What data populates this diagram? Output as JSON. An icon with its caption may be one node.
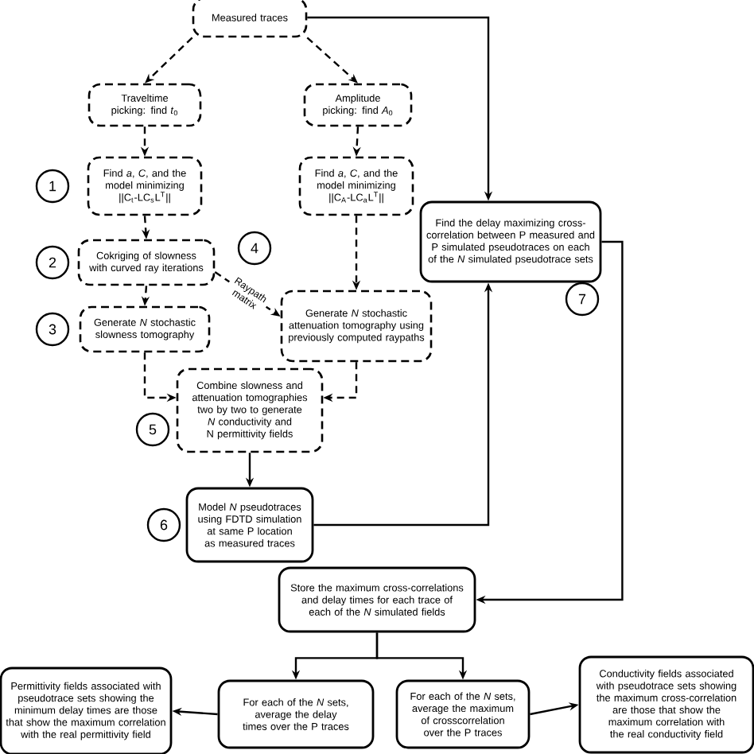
{
  "diagram": {
    "nodes": [
      {
        "text": [
          "Measured traces"
        ]
      },
      {
        "text": [
          "Traveltime picking: find *t*$_{0}$"
        ]
      },
      {
        "text": [
          "Amplitude picking: find *A*$_{0}$"
        ]
      },
      {
        "text": [
          "Find *a*, *C*, and the model minimizing ||C$_{t}$-LC$_{s}$L$^{T}$||"
        ]
      },
      {
        "text": [
          "Find *a*, *C*, and the model minimizing ||C$_{A}$-LC$_{a}$L$^{T}$||"
        ]
      },
      {
        "text": [
          "Cokriging of slowness with curved ray iterations"
        ]
      },
      {
        "text": [
          "Generate *N* stochastic slowness tomography"
        ]
      },
      {
        "text": [
          "Generate *N* stochastic attenuation tomography using previously computed raypaths"
        ]
      },
      {
        "text": [
          "Combine slowness and attenuation tomographies two by two to generate *N* conductivity and N permittivity fields"
        ]
      },
      {
        "text": [
          "Model *N* pseudotraces using FDTD simulation at same P location as measured traces"
        ]
      },
      {
        "text": [
          "Find the delay maximizing cross-correlation between P measured and P simulated pseudotraces on each of the *N* simulated pseudotrace sets"
        ]
      },
      {
        "text": [
          "Store the maximum cross-correlations and delay times for each trace of each of the *N* simulated fields"
        ]
      },
      {
        "text": [
          "For each of the *N* sets, average the delay times over the P traces"
        ]
      },
      {
        "text": [
          "For each of the *N* sets, average the maximum of crosscorrelation over the P traces"
        ]
      },
      {
        "text": [
          "Permittivity fields associated with pseudotrace sets showing the minimum delay times are those that show the maximum correlation with the real permittivity field"
        ]
      },
      {
        "text": [
          "Conductivity fields associated with pseudotrace sets showing the maximum cross-correlation are those that show the maximum correlation with the real conductivity field"
        ]
      }
    ],
    "edges": [
      {
        "from": 0,
        "to": 1,
        "arrow": "to",
        "style": "dashed"
      },
      {
        "from": 0,
        "to": 2,
        "arrow": "to",
        "style": "dashed"
      },
      {
        "from": 0,
        "to": 10,
        "arrow": "to"
      },
      {
        "from": 1,
        "to": 3,
        "arrow": "to",
        "style": "dashed"
      },
      {
        "from": 2,
        "to": 4,
        "arrow": "to",
        "style": "dashed"
      },
      {
        "from": 3,
        "to": 5,
        "arrow": "to",
        "style": "dashed"
      },
      {
        "from": 4,
        "to": 7,
        "arrow": "to",
        "style": "dashed"
      },
      {
        "from": 5,
        "to": 6,
        "arrow": "to",
        "style": "dashed"
      },
      {
        "from": 5,
        "to": 7,
        "arrow": "to",
        "style": "dashed",
        "label": "Raypath matrix"
      },
      {
        "from": 6,
        "to": 8,
        "arrow": "to",
        "style": "dashed"
      },
      {
        "from": 7,
        "to": 8,
        "arrow": "to",
        "style": "dashed"
      },
      {
        "from": 8,
        "to": 9,
        "arrow": "to"
      },
      {
        "from": 9,
        "to": 10,
        "arrow": "to"
      },
      {
        "from": 10,
        "to": 11,
        "arrow": "to"
      },
      {
        "from": 11,
        "to": 12,
        "arrow": "to"
      },
      {
        "from": 11,
        "to": 13,
        "arrow": "to"
      },
      {
        "from": 12,
        "to": 14,
        "arrow": "to"
      },
      {
        "from": 13,
        "to": 15,
        "arrow": "to"
      }
    ],
    "labels": [
      "1",
      "2",
      "4",
      "3",
      "5",
      "6",
      "7"
    ]
  }
}
